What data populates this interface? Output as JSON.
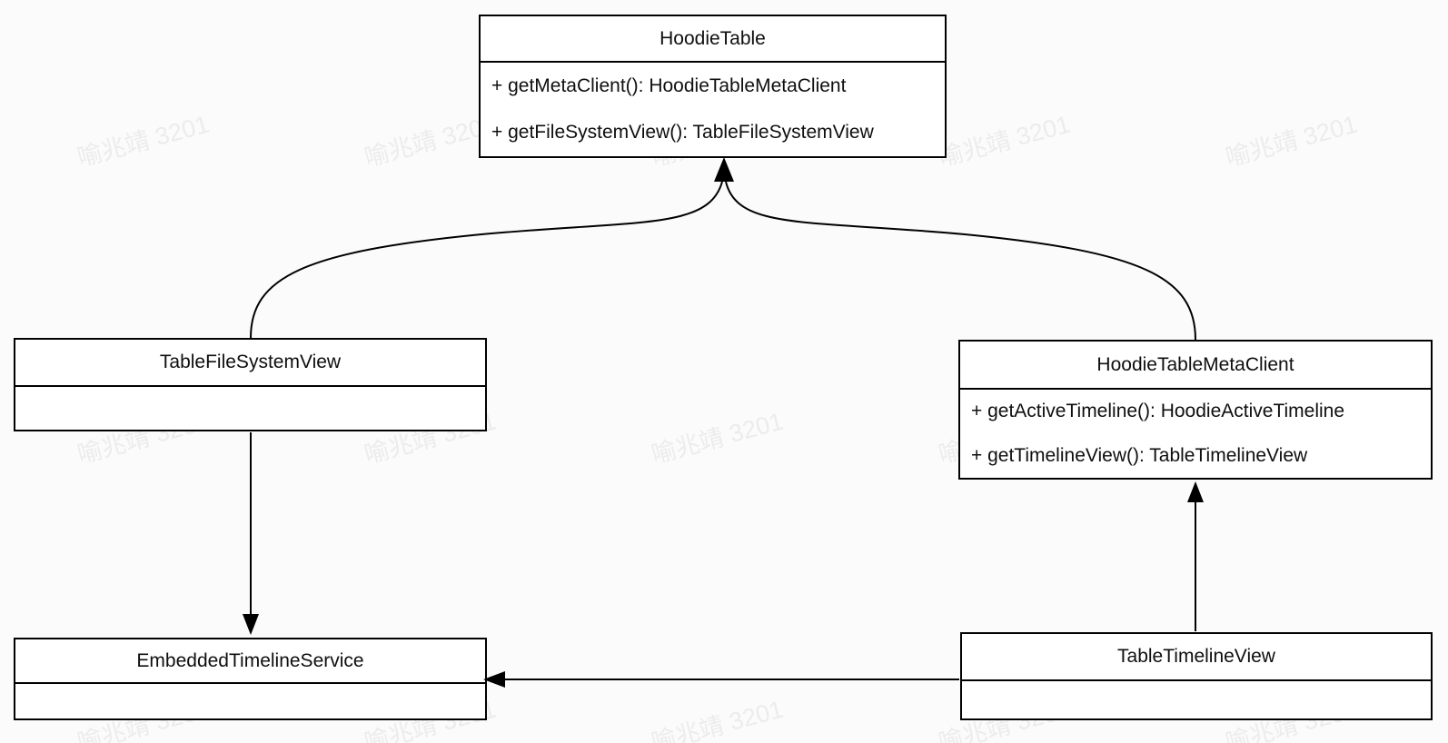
{
  "diagram": {
    "background_color": "#fbfbfb",
    "line_color": "#000000",
    "box_fill_color": "#ffffff",
    "text_color": "#0f0f0f"
  },
  "watermark": {
    "text": "喻兆靖 3201",
    "color": "#ececec"
  },
  "classes": {
    "hoodie_table": {
      "name": "HoodieTable",
      "methods": [
        "+ getMetaClient(): HoodieTableMetaClient",
        "+ getFileSystemView(): TableFileSystemView"
      ]
    },
    "table_file_system_view": {
      "name": "TableFileSystemView",
      "methods": []
    },
    "hoodie_table_meta_client": {
      "name": "HoodieTableMetaClient",
      "methods": [
        "+ getActiveTimeline(): HoodieActiveTimeline",
        "+ getTimelineView(): TableTimelineView"
      ]
    },
    "embedded_timeline_service": {
      "name": "EmbeddedTimelineService",
      "methods": []
    },
    "table_timeline_view": {
      "name": "TableTimelineView",
      "methods": []
    }
  },
  "relations": [
    {
      "from": "TableFileSystemView",
      "to": "HoodieTable",
      "style": "curved",
      "arrowhead": "filled"
    },
    {
      "from": "HoodieTableMetaClient",
      "to": "HoodieTable",
      "style": "curved",
      "arrowhead": "filled"
    },
    {
      "from": "TableFileSystemView",
      "to": "EmbeddedTimelineService",
      "style": "straight",
      "arrowhead": "filled"
    },
    {
      "from": "TableTimelineView",
      "to": "HoodieTableMetaClient",
      "style": "straight",
      "arrowhead": "filled"
    },
    {
      "from": "TableTimelineView",
      "to": "EmbeddedTimelineService",
      "style": "straight",
      "arrowhead": "filled"
    }
  ]
}
